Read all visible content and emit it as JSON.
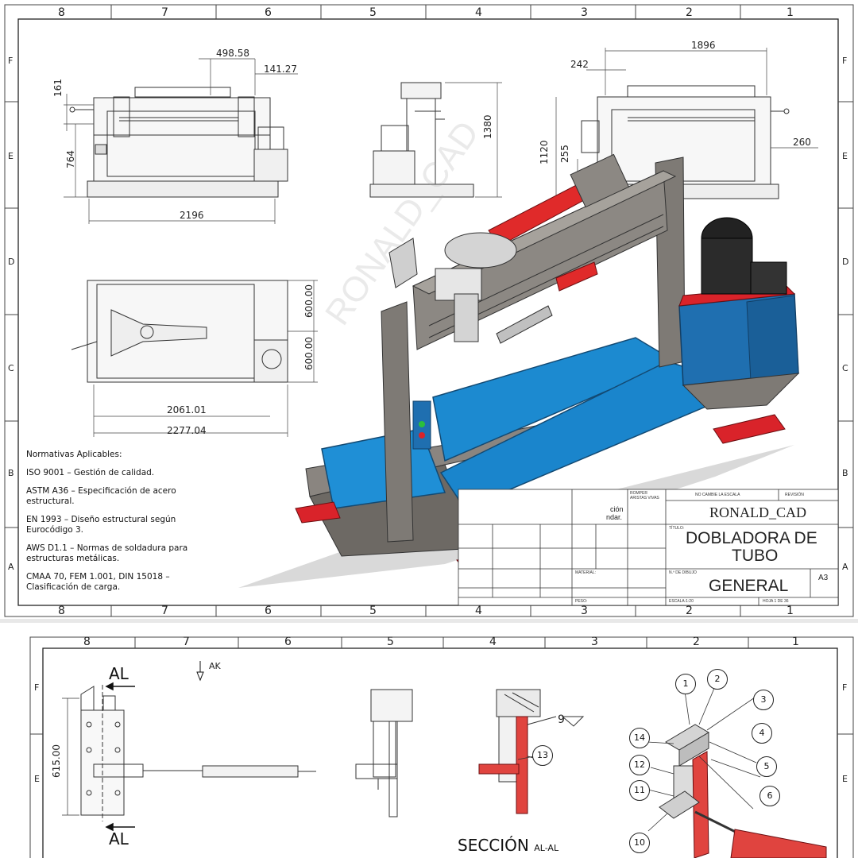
{
  "sheet1": {
    "zone_numbers_top": [
      "8",
      "7",
      "6",
      "5",
      "4",
      "3",
      "2",
      "1"
    ],
    "zone_numbers_bottom": [
      "8",
      "7",
      "6",
      "5",
      "4",
      "3",
      "2",
      "1"
    ],
    "zone_letters": [
      "F",
      "E",
      "D",
      "C",
      "B",
      "A"
    ],
    "dimensions": {
      "front_width_top": "498.58",
      "front_offset": "141.27",
      "front_height_left": "161",
      "front_height": "764",
      "front_total_width": "2196",
      "side_height": "1380",
      "right_total": "1896",
      "right_offset": "242",
      "right_height": "1120",
      "right_small": "255",
      "right_side": "260",
      "top_h1": "600.00",
      "top_h2": "600.00",
      "top_w1": "2061.01",
      "top_w2": "2277.04"
    },
    "norms": {
      "title": "Normativas Aplicables:",
      "items": [
        "ISO 9001 – Gestión de calidad.",
        "ASTM A36 – Especificación de acero estructural.",
        "EN 1993 – Diseño estructural según Eurocódigo 3.",
        "AWS D1.1 – Normas de soldadura para estructuras metálicas.",
        "CMAA 70, FEM 1.001, DIN 15018 – Clasificación de carga."
      ]
    },
    "watermark": "RONALD_CAD",
    "title_block": {
      "scale_note": "NO CAMBIE LA ESCALA",
      "revision_label": "REVISIÓN",
      "author": "RONALD_CAD",
      "title_label": "TÍTULO:",
      "title_line1": "DOBLADORA DE",
      "title_line2": "TUBO",
      "material_label": "MATERIAL:",
      "drawing_no_label": "N.º DE DIBUJO",
      "drawing_name": "GENERAL",
      "sheet_size": "A3",
      "weight_label": "PESO:",
      "scale_label": "ESCALA:1:20",
      "sheet_label": "HOJA 1 DE 36",
      "edge_note": "ROMPER ARISTAS VIVAS",
      "note_partial_1": "ción",
      "note_partial_2": "ndar."
    }
  },
  "sheet2": {
    "zone_numbers_top": [
      "8",
      "7",
      "6",
      "5",
      "4",
      "3",
      "2",
      "1"
    ],
    "zone_letters": [
      "F",
      "E"
    ],
    "section_label_top": "AL",
    "section_label_bottom": "AL",
    "view_arrow": "AK",
    "height_dim": "615.00",
    "weld_symbol": "9",
    "section_title": "SECCIÓN",
    "section_suffix": "AL-AL",
    "balloons": [
      "1",
      "2",
      "3",
      "4",
      "5",
      "6",
      "10",
      "11",
      "12",
      "13",
      "14"
    ]
  }
}
